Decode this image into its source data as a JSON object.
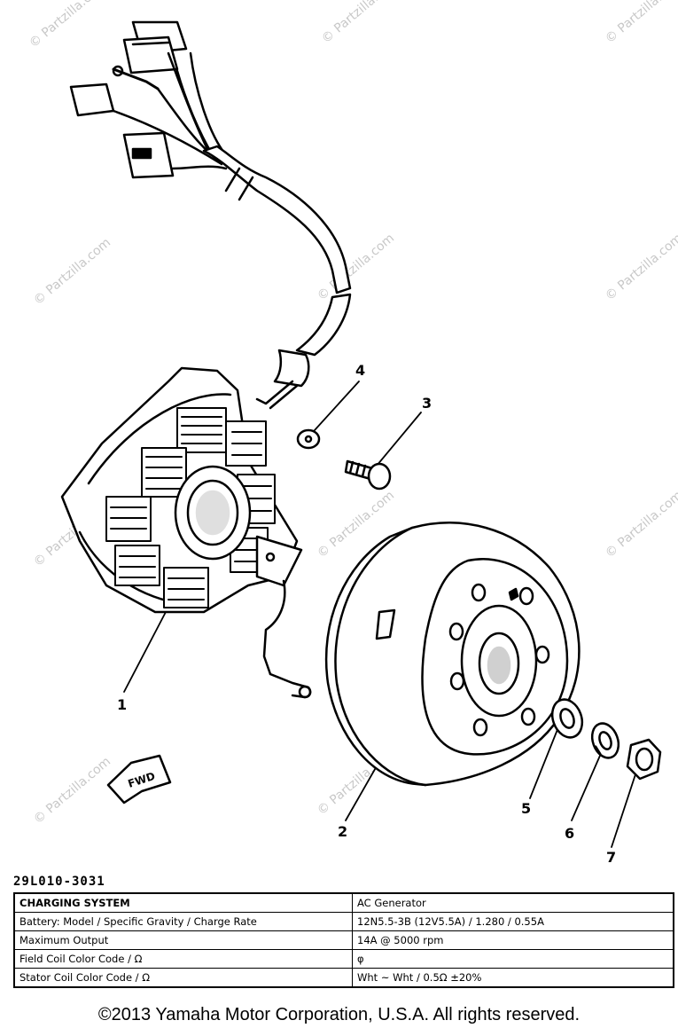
{
  "watermark": "© Partzilla.com",
  "callouts": [
    "1",
    "2",
    "3",
    "4",
    "5",
    "6",
    "7"
  ],
  "fwd_label": "FWD",
  "part_code": "29L010-3031",
  "spec_table": {
    "header": {
      "key": "CHARGING SYSTEM",
      "value": "AC Generator"
    },
    "rows": [
      {
        "key": "Battery: Model / Specific Gravity / Charge Rate",
        "value": "12N5.5-3B (12V5.5A) / 1.280 / 0.55A"
      },
      {
        "key": "Maximum Output",
        "value": "14A @ 5000 rpm"
      },
      {
        "key": "Field Coil Color Code / Ω",
        "value": "φ"
      },
      {
        "key": "Stator Coil Color Code / Ω",
        "value": "Wht ~ Wht / 0.5Ω ±20%"
      }
    ]
  },
  "copyright": "©2013 Yamaha Motor Corporation, U.S.A. All rights reserved."
}
